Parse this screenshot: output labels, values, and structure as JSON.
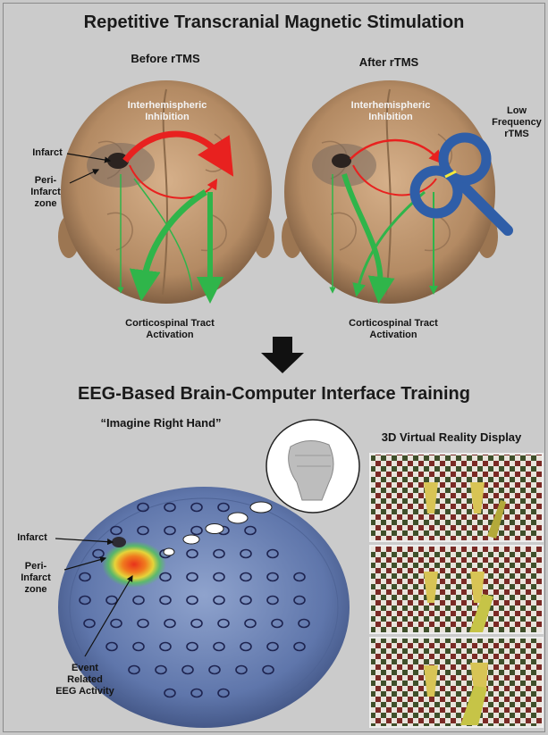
{
  "top": {
    "title": "Repetitive Transcranial Magnetic Stimulation",
    "before_label": "Before rTMS",
    "after_label": "After rTMS",
    "inhibition_line1": "Interhemispheric",
    "inhibition_line2": "Inhibition",
    "infarct": "Infarct",
    "peri_line1": "Peri-",
    "peri_line2": "Infarct",
    "peri_line3": "zone",
    "low_line1": "Low",
    "low_line2": "Frequency",
    "low_line3": "rTMS",
    "cst_line1": "Corticospinal Tract",
    "cst_line2": "Activation"
  },
  "bottom": {
    "title": "EEG-Based Brain-Computer Interface Training",
    "imagine": "“Imagine Right Hand”",
    "vr_title": "3D Virtual Reality Display",
    "infarct": "Infarct",
    "peri_line1": "Peri-",
    "peri_line2": "Infarct",
    "peri_line3": "zone",
    "event_line1": "Event",
    "event_line2": "Related",
    "event_line3": "EEG Activity"
  },
  "colors": {
    "inhibition": "#e8211f",
    "activation": "#2fb54a",
    "coil": "#2f5ea8",
    "scalp": "#c09a74",
    "eeg_cap": "#6f86b8"
  }
}
